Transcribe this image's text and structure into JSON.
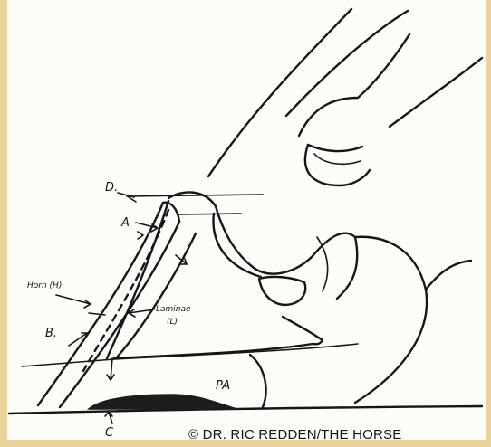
{
  "labels": {
    "d": "D.",
    "a": "A",
    "horn": "Horn (H)",
    "b": "B.",
    "laminae": "Laminae",
    "laminae_abbr": "(L)",
    "pa": "PA",
    "c": "C"
  },
  "copyright": "© DR. RIC REDDEN/THE HORSE",
  "colors": {
    "background": "#e9d29c",
    "paper": "#fdfcf8",
    "ink": "#161616"
  }
}
